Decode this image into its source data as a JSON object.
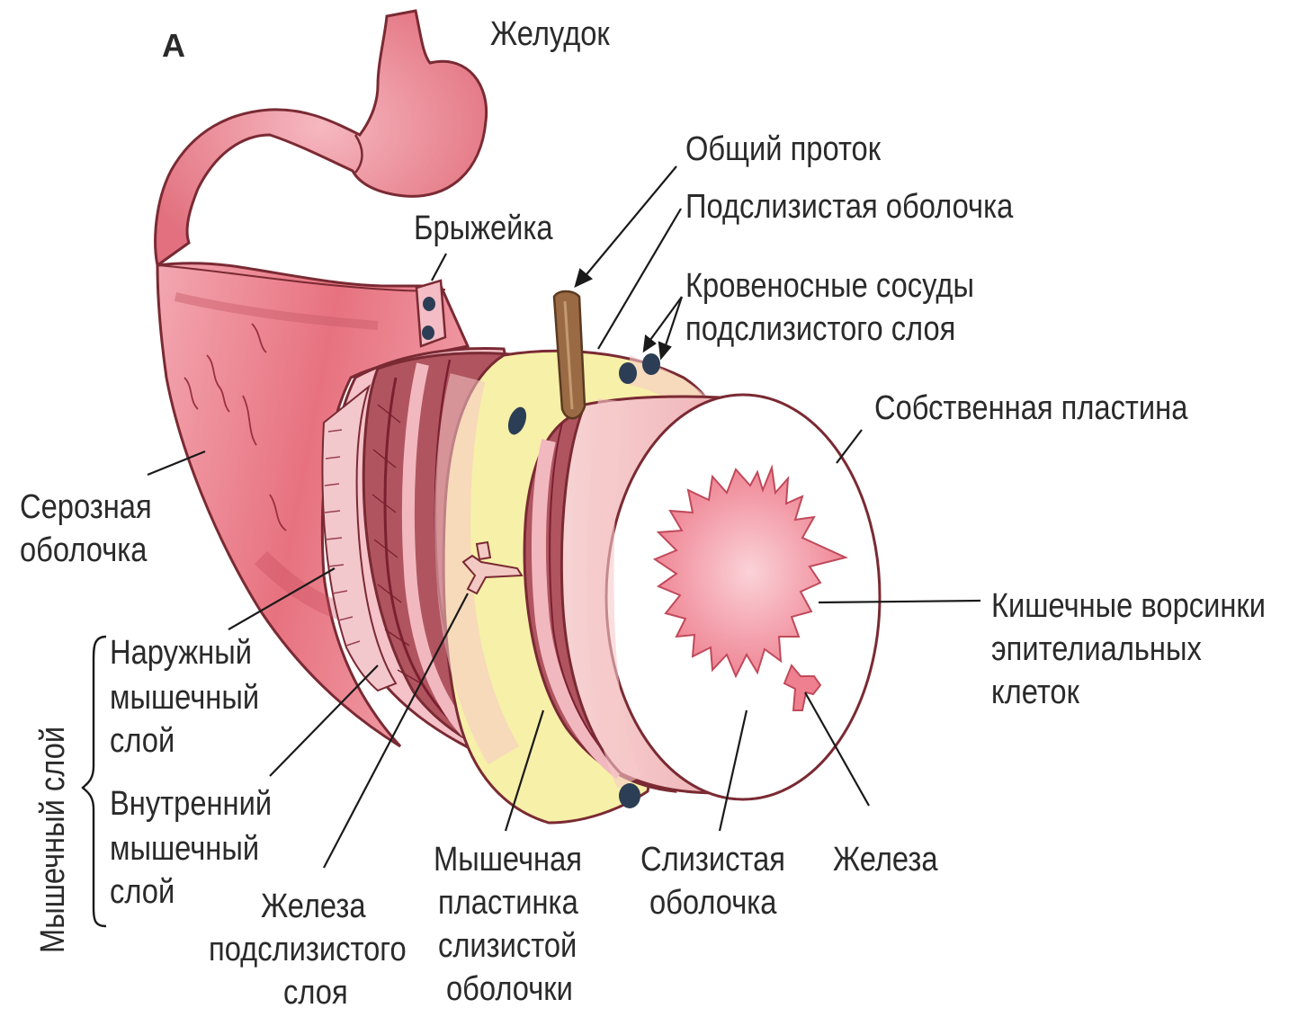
{
  "figure": {
    "panel_letter": "А",
    "labels": {
      "stomach": "Желудок",
      "common_duct": "Общий проток",
      "submucosa": "Подслизистая оболочка",
      "submucosal_vessels": [
        "Кровеносные сосуды",
        "подслизистого слоя"
      ],
      "lamina_propria": "Собственная пластина",
      "mesentery": "Брыжейка",
      "serosa": [
        "Серозная",
        "оболочка"
      ],
      "muscular_layer": "Мышечный слой",
      "outer_muscle": [
        "Наружный",
        "мышечный",
        "слой"
      ],
      "inner_muscle": [
        "Внутренний",
        "мышечный",
        "слой"
      ],
      "submucosal_glands": [
        "Железа",
        "подслизистого",
        "слоя"
      ],
      "muscularis_mucosae": [
        "Мышечная",
        "пластинка",
        "слизистой",
        "оболочки"
      ],
      "mucosa": [
        "Слизистая",
        "оболочка"
      ],
      "glands": "Железа",
      "villi": [
        "Кишечные ворсинки",
        "эпителиальных",
        "клеток"
      ]
    },
    "colors": {
      "outline": "#7a2a33",
      "serosa_pink": "#e8707e",
      "serosa_light": "#f4b0b8",
      "muscle_dark": "#b05560",
      "muscle_band": "#efb3b7",
      "submucosa_yellow": "#f7f0a8",
      "mucosa_pink": "#f6c9c9",
      "villi_pink": "#ef8090",
      "vessel_blue": "#2c3e55",
      "duct_brown": "#9a6a45",
      "text": "#2a2a2a"
    }
  }
}
